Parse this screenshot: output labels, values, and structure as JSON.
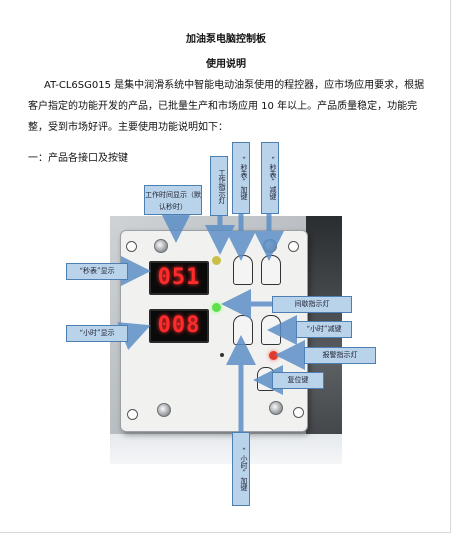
{
  "doc": {
    "title": "加油泵电脑控制板",
    "subtitle": "使用说明",
    "intro": "AT-CL6SG015 是集中润滑系统中智能电动油泵使用的程控器，应市场应用要求，根据客户指定的功能开发的产品，已批量生产和市场应用 10 年以上。产品质量稳定，功能完整，受到市场好评。主要使用功能说明如下：",
    "section1": "一：产品各接口及按键"
  },
  "callouts": {
    "work_time_display": "工作时间显示（默认秒时）",
    "work_indicator": "工作指示灯",
    "sec_plus": "“秒表”加键",
    "sec_minus": "“秒表”减键",
    "sec_display": "“秒表”显示",
    "hour_display": "“小时”显示",
    "interval_indicator": "间歇指示灯",
    "hour_minus": "“小时”减键",
    "alarm_indicator": "报警指示灯",
    "reset_key": "复位键",
    "hour_plus": "“小时”加键"
  },
  "panel": {
    "top_display_value": "051",
    "bottom_display_value": "008"
  },
  "colors": {
    "callout_fill": "#b8d3ea",
    "arrow": "#5c8fc7",
    "segment_red": "#ff2a2a",
    "led_green": "#5ee04a",
    "led_red": "#e23a2a",
    "led_yellow": "#c9c04a"
  }
}
